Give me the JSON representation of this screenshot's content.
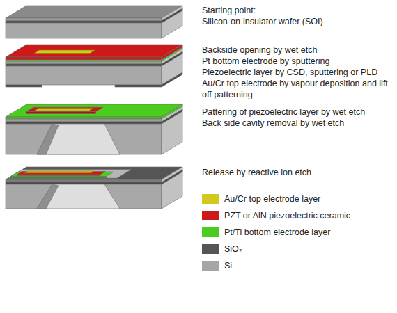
{
  "diagram": {
    "labels": [
      "Starting point:",
      "Silicon-on-insulator wafer (SOI)",
      "Backside opening by wet etch",
      "Pt bottom electrode by sputtering",
      "Piezoelectric layer by CSD, sputtering or PLD",
      "Au/Cr top electrode by vapour deposition and lift off patterning",
      "Pattering of piezoelectric layer by wet etch",
      "Back side cavity removal by wet etch",
      "Release by reactive ion etch"
    ],
    "legend": [
      {
        "text": "Au/Cr top electrode layer",
        "color": "#d4c81e"
      },
      {
        "text": "PZT or AlN piezoelectric ceramic",
        "color": "#cc1a1a"
      },
      {
        "text": "Pt/Ti bottom electrode layer",
        "color": "#4ccc1e"
      },
      {
        "text": "SiO₂",
        "color": "#555555"
      },
      {
        "text": "Si",
        "color": "#a6a6a6"
      }
    ]
  }
}
